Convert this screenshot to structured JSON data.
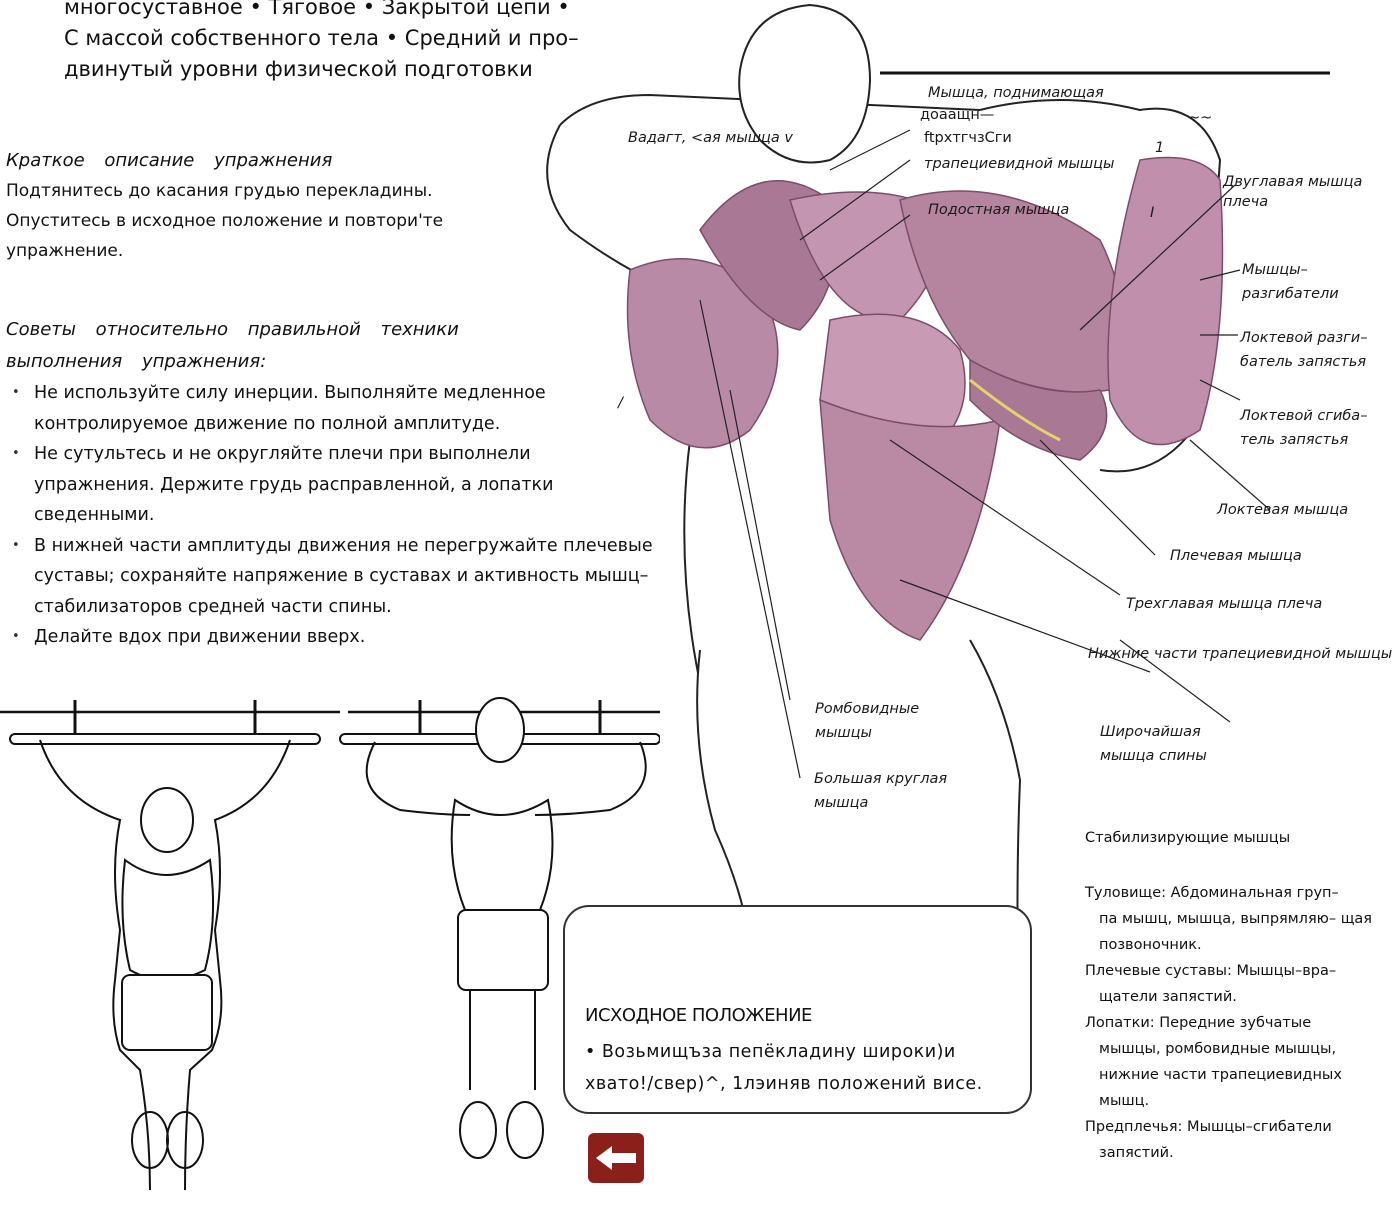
{
  "intro": {
    "lines": [
      "многосуставное • Тяговое • Закрытой цепи •",
      "С массой собственного тела • Средний и про–",
      "двинутый уровни физической подготовки"
    ]
  },
  "description": {
    "heading": "Краткое описание упражнения",
    "text": "Подтянитесь до касания грудью перекладины. Опуститесь в исходное положение и повтори'те упражнение."
  },
  "tips": {
    "heading_line1": "Советы относительно правильной техники",
    "heading_line2": "выполнения упражнения:",
    "items": [
      "Не используйте силу инерции. Выполняйте медленное контролируемое движение по полной амплитуде.",
      "Не сутультесь и не округляйте плечи при выполнели упражнения. Держите грудь расправленной, а лопатки сведенными.",
      "В нижней части амплитуды движения не перегружайте плечевые суставы; сохраняйте напряжение в суставах и активность мышц–стабилизаторов средней части спины.",
      "Делайте вдох при движении вверх."
    ]
  },
  "muscle_labels": {
    "raising_muscle": "Мышца, поднимающая",
    "scapula_garbled": "доаащн—",
    "upper_garbled": "ftpxтгчзСги",
    "trapezius": "трапециевидной мышцы",
    "vadagt": "Вадагт, <ая мышца v",
    "infraspinatus": "Подостная мышца",
    "biceps": "Двуглавая мышца плеча",
    "extensors": "Мышцы– разгибатели",
    "ulnar_extensor": "Локтевой разги– батель запястья",
    "ulnar_flexor": "Локтевой сгиба– тель запястья",
    "anconeus": "Локтевая мышца",
    "brachialis": "Плечевая мышца",
    "triceps": "Трехглавая мышца плеча",
    "lower_trap": "Нижние части трапециевидной мышцы",
    "rhomboids": "Ромбовидные мышцы",
    "latissimus": "Широчайшая мышца спины",
    "teres_major": "Большая круглая мышца",
    "marks": [
      "~~",
      "1",
      "I",
      "/"
    ]
  },
  "stabilizers": {
    "heading": "Стабилизирующие мышцы",
    "items": [
      {
        "lead": "Туловище: Абдоминальная груп–",
        "rest": "па мышц, мышца, выпрямляю– щая позвоночник."
      },
      {
        "lead": "Плечевые суставы: Мышцы–вра–",
        "rest": "щатели запястий."
      },
      {
        "lead": "Лопатки: Передние зубчатые",
        "rest": "мышцы, ромбовидные мышцы, нижние части трапециевидных мышц."
      },
      {
        "lead": "Предплечья: Мышцы–сгибатели",
        "rest": "запястий."
      }
    ]
  },
  "start_position": {
    "heading": "ИСХОДНОЕ ПОЛОЖЕНИЕ",
    "line1": "• Возьмищъза пепёкладину широки)и",
    "line2": "хвато!/свер)^, 1лэиняв положений висе."
  },
  "colors": {
    "muscle": "#b98aa6",
    "muscle_dark": "#7c4d68",
    "button": "#8b1f1a"
  }
}
